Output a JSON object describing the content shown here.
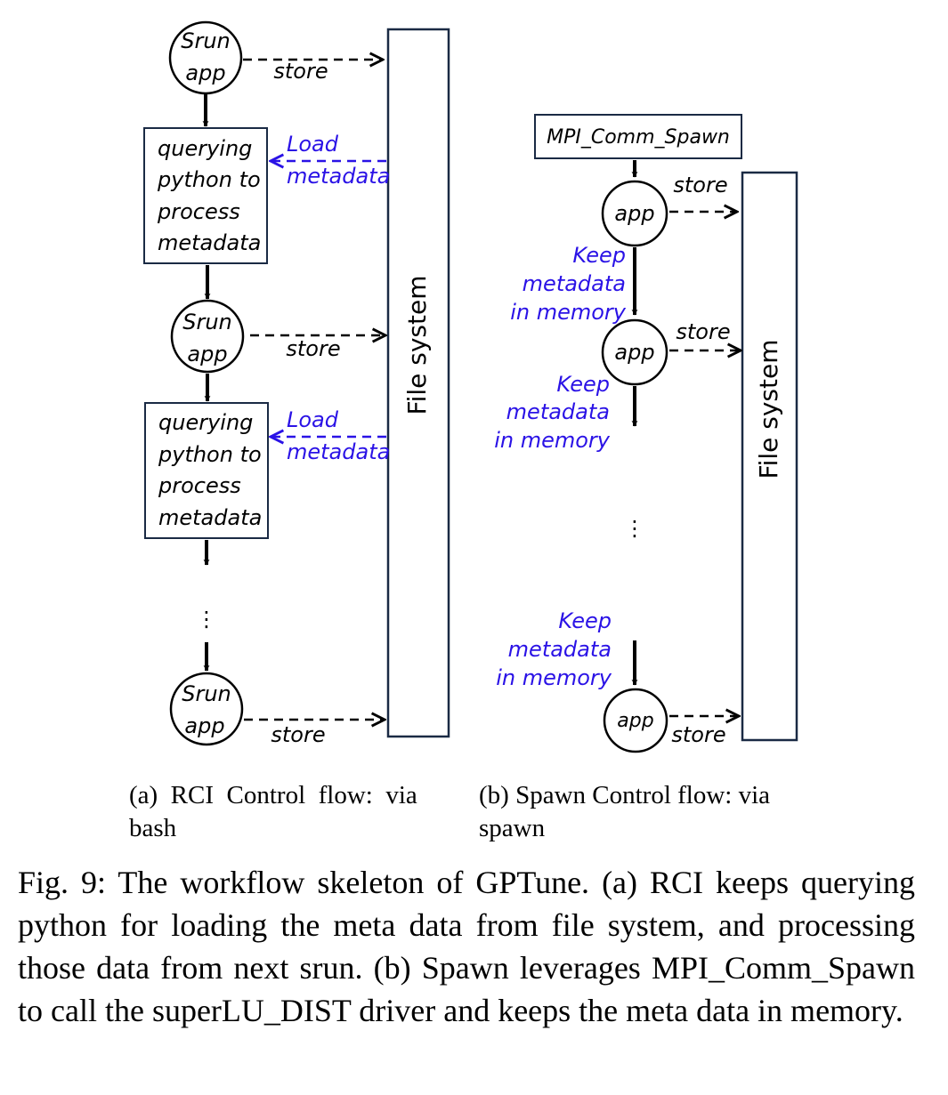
{
  "panel_a": {
    "app_line1": "Srun",
    "app_line2": "app",
    "store_label": "store",
    "query_lines": [
      "querying",
      "python to",
      "process",
      "metadata"
    ],
    "load_line1": "Load",
    "load_line2": "metadata",
    "filesystem_label": "File system",
    "ellipsis": "⋮",
    "caption_line1": "(a)  RCI  Control  flow:  via",
    "caption_line2": "bash"
  },
  "panel_b": {
    "spawn_label": "MPI_Comm_Spawn",
    "app_label": "app",
    "store_label": "store",
    "keep_lines": [
      "Keep",
      "metadata",
      "in memory"
    ],
    "filesystem_label": "File system",
    "ellipsis": "⋮",
    "caption_line1": "(b) Spawn Control flow: via",
    "caption_line2": "spawn"
  },
  "figure_caption": "Fig. 9:  The workflow skeleton of GPTune. (a) RCI keeps querying python for loading the meta data from file system, and processing those data from next srun. (b) Spawn leverages MPI_Comm_Spawn to call the superLU_DIST driver and keeps the meta data in memory.",
  "colors": {
    "ink": "#000000",
    "metadata_blue": "#2a12e6"
  }
}
